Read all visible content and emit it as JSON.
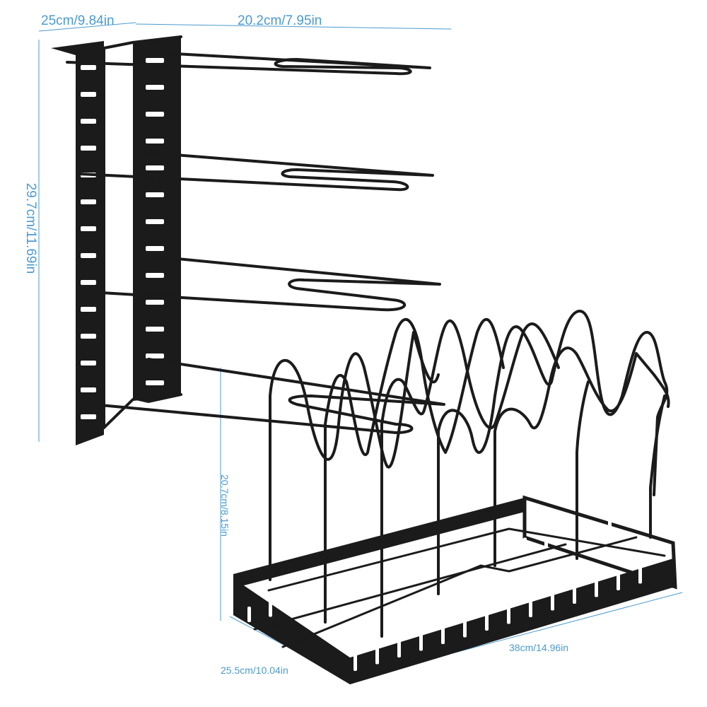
{
  "colors": {
    "background": "#ffffff",
    "rack": "#1b1b1b",
    "dimension": "#4a9bd1"
  },
  "dimensions": {
    "top_depth": "25cm/9.84in",
    "top_width": "20.2cm/7.95in",
    "left_height": "29.7cm/11.69in",
    "right_height": "20.7cm/8.15in",
    "bottom_length": "38cm/14.96in",
    "bottom_depth": "25.5cm/10.04in"
  }
}
